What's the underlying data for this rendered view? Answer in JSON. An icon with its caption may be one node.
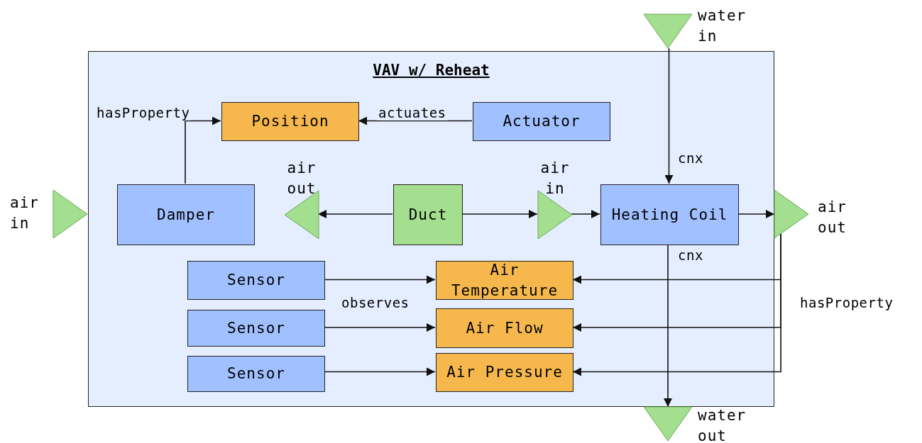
{
  "diagram": {
    "nodes": [
      {
        "text": [
          "VAV w/ Reheat"
        ]
      },
      {
        "text": [
          "water in"
        ]
      },
      {
        "text": [
          "Position"
        ],
        "in": 0
      },
      {
        "text": [
          "Actuator"
        ],
        "in": 0
      },
      {
        "text": [
          "air in"
        ]
      },
      {
        "text": [
          "Damper"
        ],
        "in": 0
      },
      {
        "text": [
          "air out"
        ],
        "in": 0
      },
      {
        "text": [
          "Duct"
        ],
        "in": 0
      },
      {
        "text": [
          "air in"
        ],
        "in": 0
      },
      {
        "text": [
          "Heating Coil"
        ],
        "in": 0
      },
      {
        "text": [
          "air out"
        ]
      },
      {
        "text": [
          "Sensor"
        ],
        "in": 0
      },
      {
        "text": [
          "Air Temperature"
        ],
        "in": 0
      },
      {
        "text": [
          "Sensor"
        ],
        "in": 0
      },
      {
        "text": [
          "Air Flow"
        ],
        "in": 0
      },
      {
        "text": [
          "Sensor"
        ],
        "in": 0
      },
      {
        "text": [
          "Air Pressure"
        ],
        "in": 0
      },
      {
        "text": [
          "water out"
        ]
      }
    ],
    "edges": [
      {
        "from": 5,
        "to": 2,
        "arrow": "to",
        "label": "hasProperty"
      },
      {
        "from": 3,
        "to": 2,
        "arrow": "to",
        "label": "actuates"
      },
      {
        "from": 7,
        "to": 6,
        "arrow": "to"
      },
      {
        "from": 7,
        "to": 8,
        "arrow": "to"
      },
      {
        "from": 8,
        "to": 9,
        "arrow": "to"
      },
      {
        "from": 1,
        "to": 9,
        "arrow": "to",
        "label": "cnx"
      },
      {
        "from": 9,
        "to": 10,
        "arrow": "to"
      },
      {
        "from": 9,
        "to": 17,
        "arrow": "to",
        "label": "cnx"
      },
      {
        "from": 11,
        "to": 12,
        "arrow": "to",
        "label": "observes"
      },
      {
        "from": 13,
        "to": 14,
        "arrow": "to"
      },
      {
        "from": 15,
        "to": 16,
        "arrow": "to"
      },
      {
        "from": 10,
        "to": 12,
        "arrow": "to",
        "label": "hasProperty"
      },
      {
        "from": 10,
        "to": 14,
        "arrow": "to"
      },
      {
        "from": 10,
        "to": 16,
        "arrow": "to"
      }
    ]
  }
}
